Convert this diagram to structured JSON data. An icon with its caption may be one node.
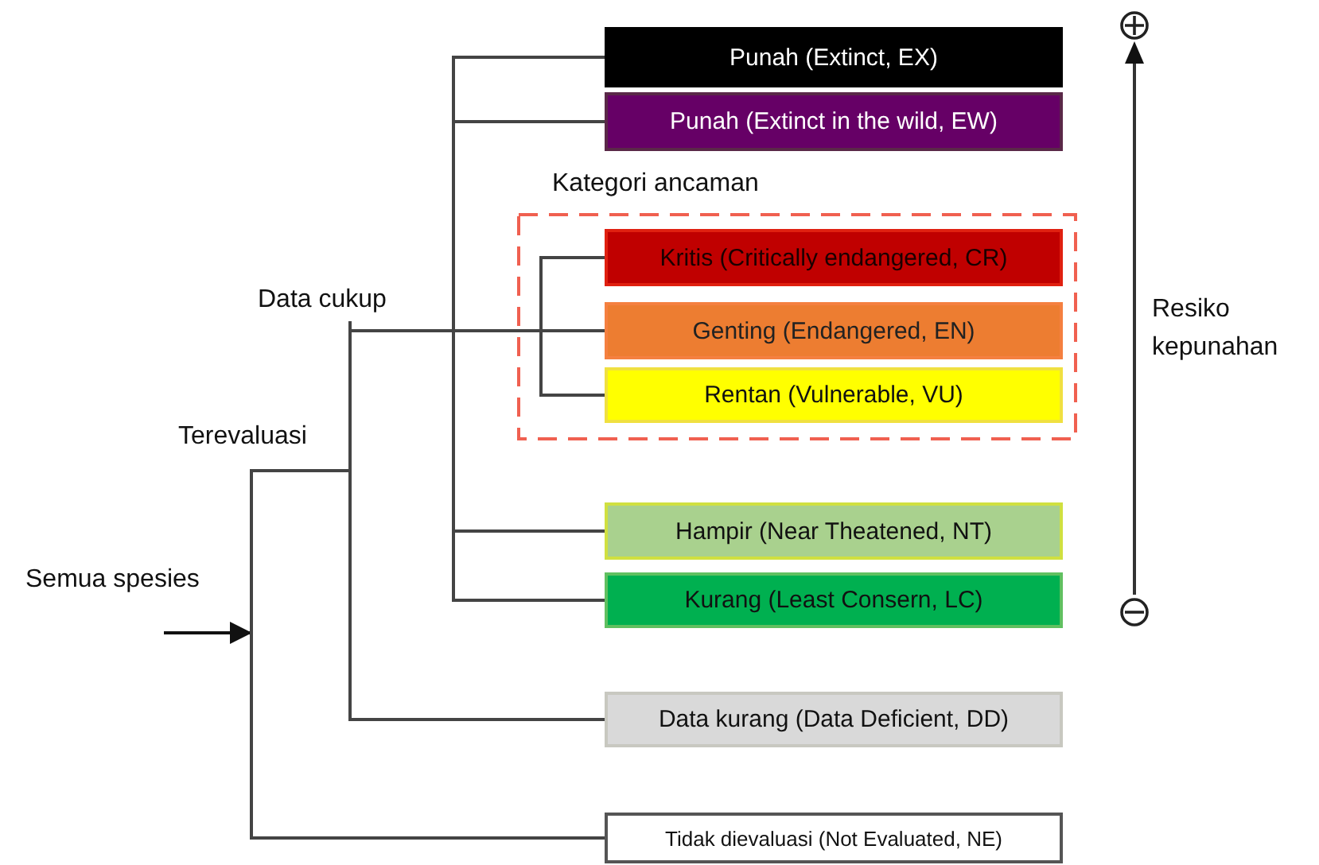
{
  "diagram": {
    "nodes": [
      {
        "text": [
          "Punah (Extinct, EX)"
        ]
      },
      {
        "text": [
          "Punah (Extinct in the wild, EW)"
        ]
      },
      {
        "text": [
          "Kategori ancaman"
        ]
      },
      {
        "text": [
          "Kritis (Critically endangered, CR)"
        ],
        "in": 2
      },
      {
        "text": [
          "Genting (Endangered, EN)"
        ],
        "in": 2
      },
      {
        "text": [
          "Rentan (Vulnerable, VU)"
        ],
        "in": 2
      },
      {
        "text": [
          "Data cukup"
        ]
      },
      {
        "text": [
          "Terevaluasi"
        ]
      },
      {
        "text": [
          "Semua spesies"
        ]
      },
      {
        "text": [
          "Hampir (Near Theatened, NT)"
        ]
      },
      {
        "text": [
          "Kurang (Least Consern, LC)"
        ]
      },
      {
        "text": [
          "Data kurang (Data Deficient, DD)"
        ]
      },
      {
        "text": [
          "Tidak dievaluasi (Not Evaluated, NE)"
        ]
      }
    ],
    "edges": [
      {
        "from": null,
        "to": 8,
        "arrow": "to"
      },
      {
        "from": 8,
        "to": 7,
        "arrow": "none"
      },
      {
        "from": 8,
        "to": 12,
        "arrow": "none"
      },
      {
        "from": 7,
        "to": 6,
        "arrow": "none"
      },
      {
        "from": 7,
        "to": 11,
        "arrow": "none"
      },
      {
        "from": 6,
        "to": 0,
        "arrow": "none"
      },
      {
        "from": 6,
        "to": 1,
        "arrow": "none"
      },
      {
        "from": 6,
        "to": 3,
        "arrow": "none"
      },
      {
        "from": 6,
        "to": 4,
        "arrow": "none"
      },
      {
        "from": 6,
        "to": 5,
        "arrow": "none"
      },
      {
        "from": 6,
        "to": 9,
        "arrow": "none"
      },
      {
        "from": 6,
        "to": 10,
        "arrow": "none"
      }
    ],
    "labels": [
      "Resiko kepunahan"
    ]
  }
}
